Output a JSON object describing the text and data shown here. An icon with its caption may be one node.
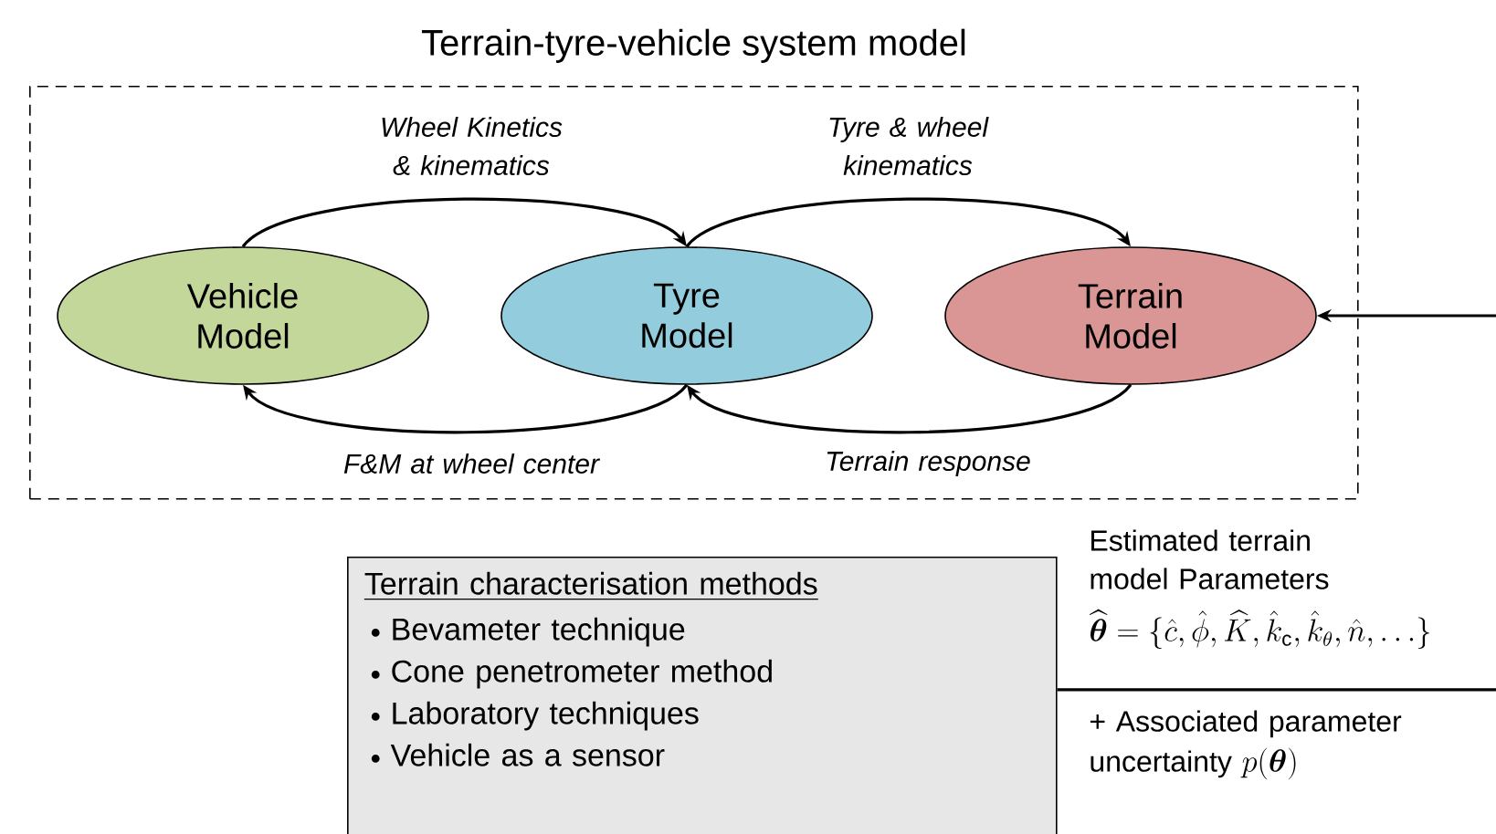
{
  "diagram": {
    "nodes": [
      {
        "text": [
          "Terrain-tyre-vehicle system model"
        ]
      },
      {
        "text": [
          "Vehicle Model"
        ],
        "in": 0
      },
      {
        "text": [
          "Tyre Model"
        ],
        "in": 0
      },
      {
        "text": [
          "Terrain Model"
        ],
        "in": 0
      },
      {
        "text": [
          "Terrain characterisation methods",
          "Bevameter technique",
          "Cone penetrometer method",
          "Laboratory techniques",
          "Vehicle as a sensor"
        ]
      }
    ],
    "edges": [
      {
        "from": 1,
        "to": 2,
        "arrow": "to",
        "label": "Wheel Kinetics & kinematics"
      },
      {
        "from": 2,
        "to": 3,
        "arrow": "to",
        "label": "Tyre & wheel kinematics"
      },
      {
        "from": 2,
        "to": 1,
        "arrow": "to",
        "label": "F&M at wheel center"
      },
      {
        "from": 3,
        "to": 2,
        "arrow": "to",
        "label": "Terrain response"
      },
      {
        "from": 4,
        "to": 3,
        "arrow": "to",
        "label": "Estimated terrain model Parameters"
      }
    ],
    "labels": [
      "\\widehat{\\boldsymbol{\\theta}} = \\{\\hat{c},\\hat{\\phi},\\widehat{K},\\hat{k}_{\\mathrm{c}},\\hat{k}_{\\theta},\\hat{n},\\ldots\\}",
      "+ Associated parameter uncertainty",
      "p(\\boldsymbol{\\theta})"
    ]
  }
}
